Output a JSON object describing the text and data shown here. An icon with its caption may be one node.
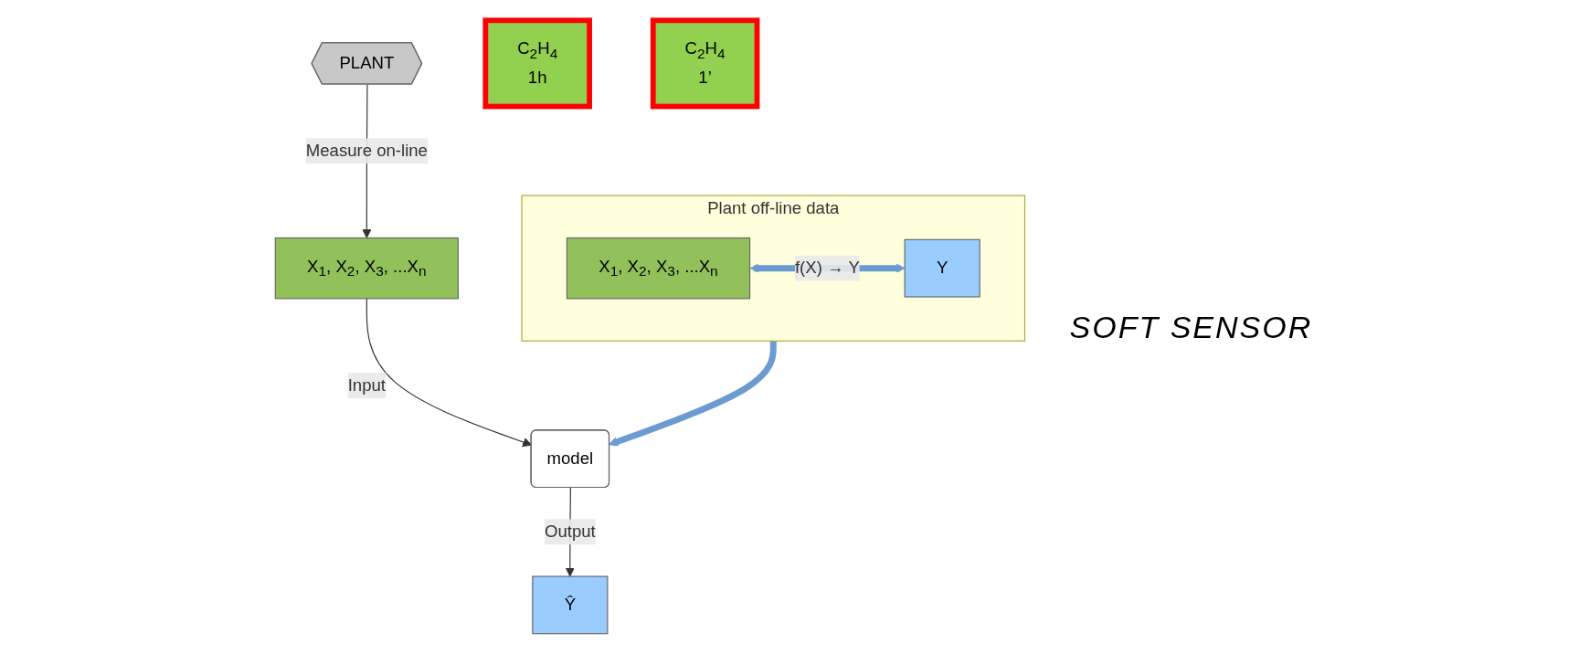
{
  "diagram": {
    "nodes": [
      {
        "text": [
          "Plant off-line data"
        ]
      },
      {
        "text": [
          "X$_{1}$, X$_{2}$, X$_{3}$, ...X$_{n}$"
        ],
        "in": 0
      },
      {
        "text": [
          "Y"
        ],
        "in": 0
      },
      {
        "text": [
          "model"
        ]
      },
      {
        "text": [
          "X$_{1}$, X$_{2}$, X$_{3}$, ...X$_{n}$"
        ]
      },
      {
        "text": [
          "Ŷ"
        ]
      },
      {
        "text": [
          "PLANT"
        ]
      },
      {
        "text": [
          "C$_{2}$H$_{4}$",
          "1h"
        ]
      },
      {
        "text": [
          "C$_{2}$H$_{4}$",
          "1’"
        ]
      }
    ],
    "edges": [
      {
        "from": 1,
        "to": 2,
        "arrow": "both",
        "label": "f(X) → Y",
        "style": "thick",
        "color": "#6c9bd2"
      },
      {
        "from": 0,
        "to": 3,
        "arrow": "to",
        "style": "thick",
        "color": "#6c9bd2"
      },
      {
        "from": 4,
        "to": 3,
        "arrow": "to",
        "label": "Input"
      },
      {
        "from": 3,
        "to": 5,
        "arrow": "to",
        "label": "Output"
      },
      {
        "from": 6,
        "to": 4,
        "arrow": "to",
        "label": "Measure on-line"
      }
    ],
    "labels": [
      "SOFT SENSOR"
    ]
  }
}
